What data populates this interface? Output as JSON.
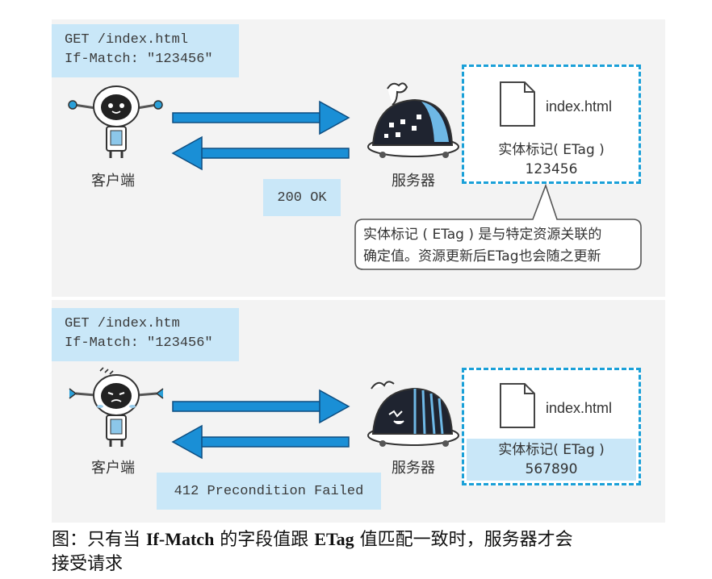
{
  "top": {
    "request_lines": [
      "GET /index.html",
      "If-Match: \"123456\""
    ],
    "response": "200 OK",
    "client_label": "客户端",
    "server_label": "服务器",
    "file_name": "index.html",
    "etag_label": "实体标记( ETag )",
    "etag_value": "123456",
    "callout_lines": [
      "实体标记 ( ETag ) 是与特定资源关联的",
      "确定值。资源更新后ETag也会随之更新"
    ]
  },
  "bottom": {
    "request_lines": [
      "GET /index.htm",
      "If-Match: \"123456\""
    ],
    "response": "412 Precondition Failed",
    "client_label": "客户端",
    "server_label": "服务器",
    "file_name": "index.html",
    "etag_label": "实体标记( ETag )",
    "etag_value": "567890"
  },
  "caption": {
    "prefix": "图：只有当 ",
    "if_match": "If-Match",
    "middle": " 的字段值跟 ",
    "etag": "ETag",
    "suffix_line1": " 值匹配一致时，服务器才会",
    "line2": "接受请求"
  },
  "colors": {
    "arrow": "#1a8fd6",
    "arrow_dark": "#0d4d80",
    "box": "#c9e7f8",
    "dashed": "#1aa0d8",
    "panel": "#f3f3f3"
  },
  "icons": [
    "robot-client-icon",
    "server-robot-icon",
    "file-icon"
  ]
}
